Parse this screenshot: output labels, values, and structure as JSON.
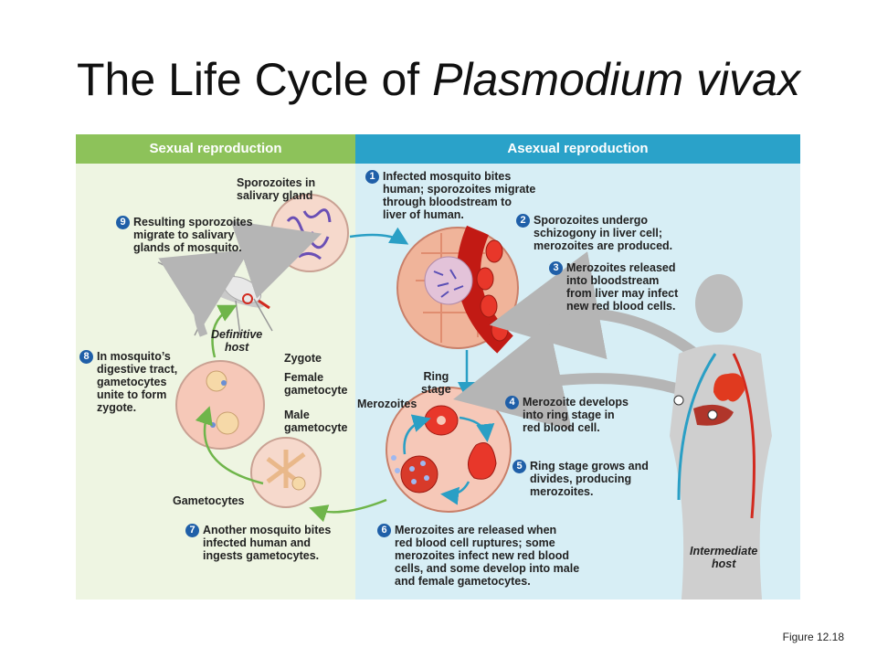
{
  "title": {
    "main": "The Life Cycle of ",
    "italic": "Plasmodium vivax"
  },
  "sections": {
    "sexual": "Sexual reproduction",
    "asexual": "Asexual reproduction"
  },
  "steps": [
    {
      "num": "1",
      "text": "Infected mosquito bites\nhuman; sporozoites migrate\nthrough bloodstream to\nliver of human."
    },
    {
      "num": "2",
      "text": "Sporozoites undergo\nschizogony in liver cell;\nmerozoites are produced."
    },
    {
      "num": "3",
      "text": "Merozoites released\ninto bloodstream\nfrom liver may infect\nnew red blood cells."
    },
    {
      "num": "4",
      "text": "Merozoite develops\ninto ring stage in\nred blood cell."
    },
    {
      "num": "5",
      "text": "Ring stage grows and\ndivides, producing\nmerozoites."
    },
    {
      "num": "6",
      "text": "Merozoites are released when\nred blood cell ruptures; some\nmerozoites infect new red blood\ncells, and some develop into male\nand female gametocytes."
    },
    {
      "num": "7",
      "text": "Another mosquito bites\ninfected human and\ningests gametocytes."
    },
    {
      "num": "8",
      "text": "In mosquito’s\ndigestive tract,\ngametocytes\nunite to form\nzygote."
    },
    {
      "num": "9",
      "text": "Resulting sporozoites\nmigrate to salivary\nglands of mosquito."
    }
  ],
  "labels": {
    "sporozoites": "Sporozoites in\nsalivary gland",
    "zygote": "Zygote",
    "female": "Female\ngametocyte",
    "male": "Male\ngametocyte",
    "gametocytes": "Gametocytes",
    "ring": "Ring\nstage",
    "merozoites": "Merozoites"
  },
  "hosts": {
    "definitive": "Definitive\nhost",
    "intermediate": "Intermediate\nhost"
  },
  "caption": "Figure 12.18",
  "colors": {
    "sexual_header": "#8dc25a",
    "asexual_header": "#2aa2c9",
    "step_badge": "#1f5fa8",
    "cell_red": "#d22a1f",
    "cell_pink": "#f6c8b8",
    "arrow_blue": "#2a9fc5",
    "arrow_green": "#6fb54a"
  }
}
